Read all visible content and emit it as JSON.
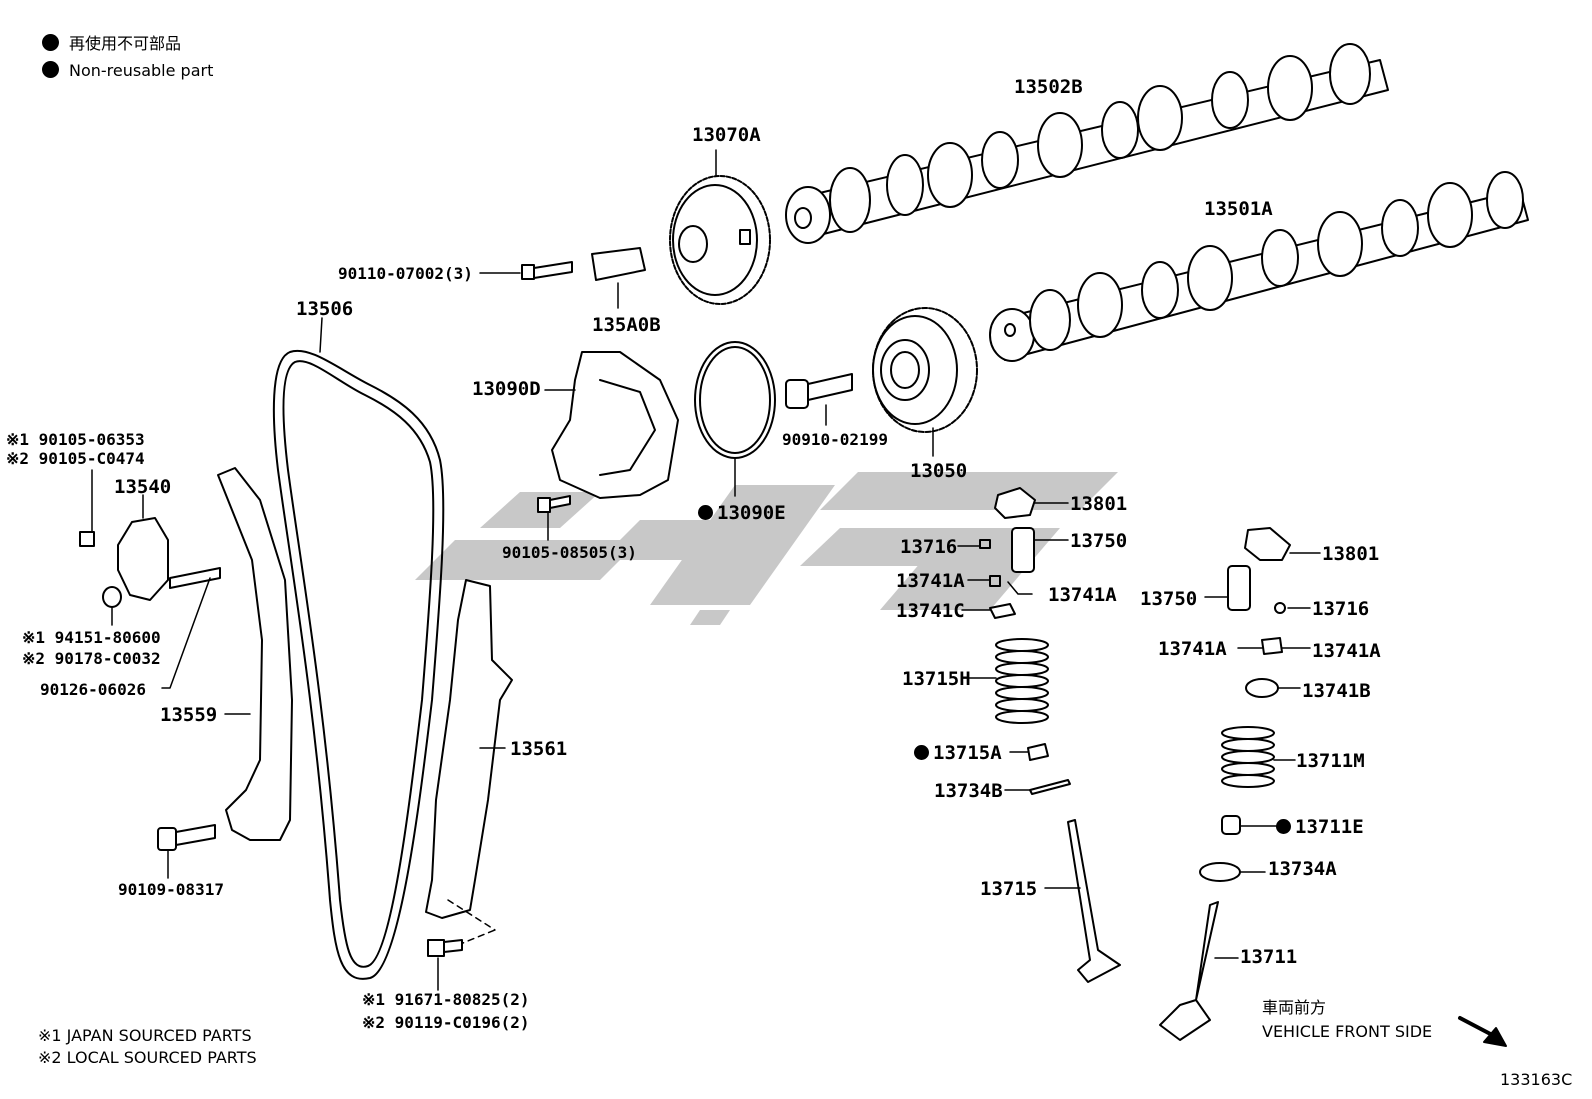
{
  "legend": {
    "line1": "再使用不可部品",
    "line2": "Non-reusable part"
  },
  "parts": {
    "p13502B": "13502B",
    "p13501A": "13501A",
    "p13070A": "13070A",
    "p90110": "90110-07002(3)",
    "p135A0B": "135A0B",
    "p13506": "13506",
    "p13090D": "13090D",
    "p90910": "90910-02199",
    "p13050": "13050",
    "p13090E": "13090E",
    "p90105_08505": "90105-08505(3)",
    "ref1_90105_06353": "※1 90105-06353",
    "ref2_90105_C0474": "※2 90105-C0474",
    "p13540": "13540",
    "ref1_94151": "※1 94151-80600",
    "ref2_90178": "※2 90178-C0032",
    "p90126": "90126-06026",
    "p13559": "13559",
    "p13561": "13561",
    "p90109": "90109-08317",
    "ref1_91671": "※1 91671-80825(2)",
    "ref2_90119": "※2 90119-C0196(2)",
    "p13801a": "13801",
    "p13750a": "13750",
    "p13716a": "13716",
    "p13741Aa_left": "13741A",
    "p13741Aa_right": "13741A",
    "p13741C": "13741C",
    "p13715H": "13715H",
    "p13715A": "13715A",
    "p13734B": "13734B",
    "p13715": "13715",
    "p13801b": "13801",
    "p13750b": "13750",
    "p13716b": "13716",
    "p13741Ab_left": "13741A",
    "p13741Ab_right": "13741A",
    "p13741B": "13741B",
    "p13711M": "13711M",
    "p13711E": "13711E",
    "p13734A": "13734A",
    "p13711": "13711"
  },
  "footnotes": {
    "note1": "※1 JAPAN SOURCED PARTS",
    "note2": "※2 LOCAL SOURCED PARTS"
  },
  "direction": {
    "jp": "車両前方",
    "en": "VEHICLE FRONT SIDE"
  },
  "diagram_id": "133163C",
  "colors": {
    "ink": "#000000",
    "watermark": "#c8c8c8",
    "background": "#ffffff"
  }
}
